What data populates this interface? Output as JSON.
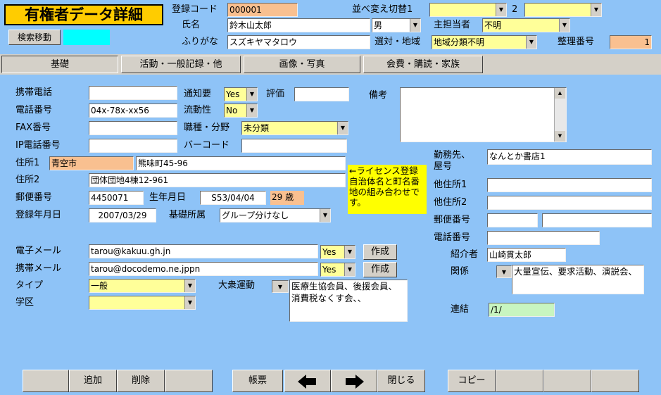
{
  "header": {
    "title": "有権者データ詳細",
    "search_move": "検索移動",
    "reg_code_label": "登録コード",
    "reg_code": "000001",
    "name_label": "氏名",
    "name": "鈴木山太郎",
    "gender": "男",
    "kana_label": "ふりがな",
    "kana": "スズキヤマタロウ",
    "sort_label": "並べ変え切替1",
    "sort2_label": "2",
    "owner_label": "主担当者",
    "owner": "不明",
    "district_label": "選対・地域",
    "district": "地域分類不明",
    "mgmt_label": "整理番号",
    "mgmt_no": "1"
  },
  "tabs": [
    "基礎",
    "活動・一般記録・他",
    "画像・写真",
    "会費・購読・家族"
  ],
  "left": {
    "mobile_label": "携帯電話",
    "mobile": "",
    "phone_label": "電話番号",
    "phone": "04x-78x-xx56",
    "fax_label": "FAX番号",
    "fax": "",
    "ip_label": "IP電話番号",
    "ip": "",
    "addr1_label": "住所1",
    "addr1_a": "青空市",
    "addr1_b": "熊味町45-96",
    "addr2_label": "住所2",
    "addr2": "団体団地4棟12-961",
    "zip_label": "郵便番号",
    "zip": "4450071",
    "birth_label": "生年月日",
    "birth": "S53/04/04",
    "age": "29 歳",
    "regdate_label": "登録年月日",
    "regdate": "2007/03/29",
    "group_label": "基礎所属",
    "group": "グループ分けなし",
    "notify_label": "通知要",
    "notify": "Yes",
    "eval_label": "評価",
    "eval": "",
    "mobility_label": "流動性",
    "mobility": "No",
    "job_label": "職種・分野",
    "job": "未分類",
    "barcode_label": "バーコード",
    "barcode": "",
    "email_label": "電子メール",
    "email": "tarou@kakuu.gh.jn",
    "email_flag": "Yes",
    "mobile_mail_label": "携帯メール",
    "mobile_mail": "tarou@docodemo.ne.jppn",
    "mobile_mail_flag": "Yes",
    "create_label": "作成",
    "type_label": "タイプ",
    "type": "一般",
    "school_label": "学区",
    "school": "",
    "movement_label": "大衆運動",
    "movement": "医療生協会員、後援会員、消費税なくす会、、",
    "note_label": "備考",
    "license_note": "←ライセンス登録自治体名と町名番地の組み合わせです。"
  },
  "right": {
    "work_label": "勤務先、屋号",
    "work": "なんとか書店1",
    "other_addr1_label": "他住所1",
    "other_addr2_label": "他住所2",
    "zip_label": "郵便番号",
    "phone_label": "電話番号",
    "intro_label": "紹介者",
    "intro": "山崎貫太郎",
    "relation_label": "関係",
    "relation": "大量宣伝、要求活動、演説会、",
    "link_label": "連結",
    "link": "/1/"
  },
  "footer": {
    "add": "追加",
    "delete": "削除",
    "report": "帳票",
    "close": "閉じる",
    "copy": "コピー"
  }
}
